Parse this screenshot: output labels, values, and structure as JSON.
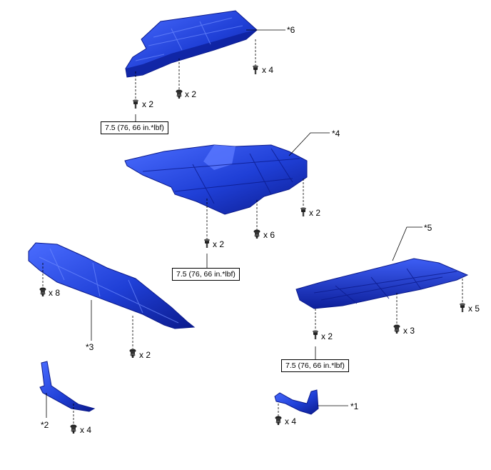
{
  "colors": {
    "part_dark": "#0b1a8c",
    "part_mid": "#1f3fd6",
    "part_light": "#4a6cff",
    "line": "#000000"
  },
  "callouts": {
    "c1": "*1",
    "c2": "*2",
    "c3": "*3",
    "c4": "*4",
    "c5": "*5",
    "c6": "*6"
  },
  "quantities": {
    "q_x4_top": "x 4",
    "q_x2_top_a": "x 2",
    "q_x2_top_b": "x 2",
    "q_x2_mid_a": "x 2",
    "q_x2_mid_b": "x 2",
    "q_x6": "x 6",
    "q_x8": "x 8",
    "q_x2_left": "x 2",
    "q_x2_right": "x 2",
    "q_x3_right": "x 3",
    "q_x5_right": "x 5",
    "q_x4_small_left": "x 4",
    "q_x4_small_right": "x 4"
  },
  "torques": {
    "t1": "7.5 (76, 66 in.*lbf)",
    "t2": "7.5 (76, 66 in.*lbf)",
    "t3": "7.5 (76, 66 in.*lbf)"
  },
  "icons": {
    "fastener": "screw-icon",
    "clip": "clip-icon"
  }
}
